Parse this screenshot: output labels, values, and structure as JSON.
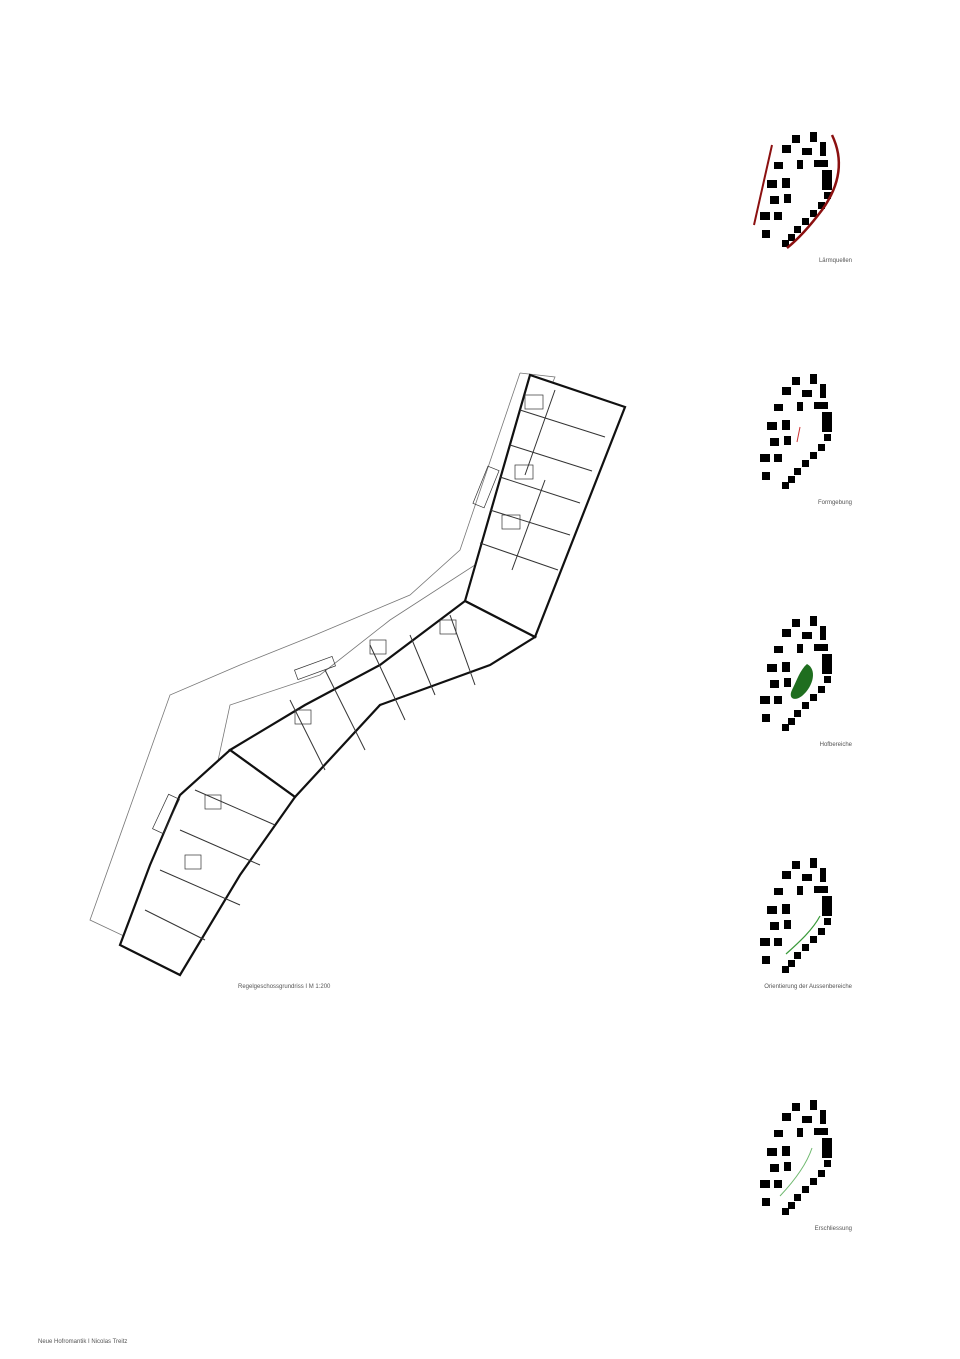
{
  "plan": {
    "caption": "Regelgeschossgrundriss  I  M 1:200"
  },
  "diagrams": [
    {
      "key": "noise",
      "caption": "Lärmquellen",
      "icon": "site-noise-icon",
      "accent": "#8b1010"
    },
    {
      "key": "form",
      "caption": "Formgebung",
      "icon": "site-form-icon",
      "accent": "#cc3333"
    },
    {
      "key": "court",
      "caption": "Hofbereiche",
      "icon": "site-court-icon",
      "accent": "#1f6e1f"
    },
    {
      "key": "orient",
      "caption": "Orientierung der Aussenbereiche",
      "icon": "site-orientation-icon",
      "accent": "#3a9a3a"
    },
    {
      "key": "access",
      "caption": "Erschliessung",
      "icon": "site-access-icon",
      "accent": "#6fb96f"
    }
  ],
  "footer": {
    "credit": "Neue Hofromantik  I  Nicolas Treitz"
  }
}
